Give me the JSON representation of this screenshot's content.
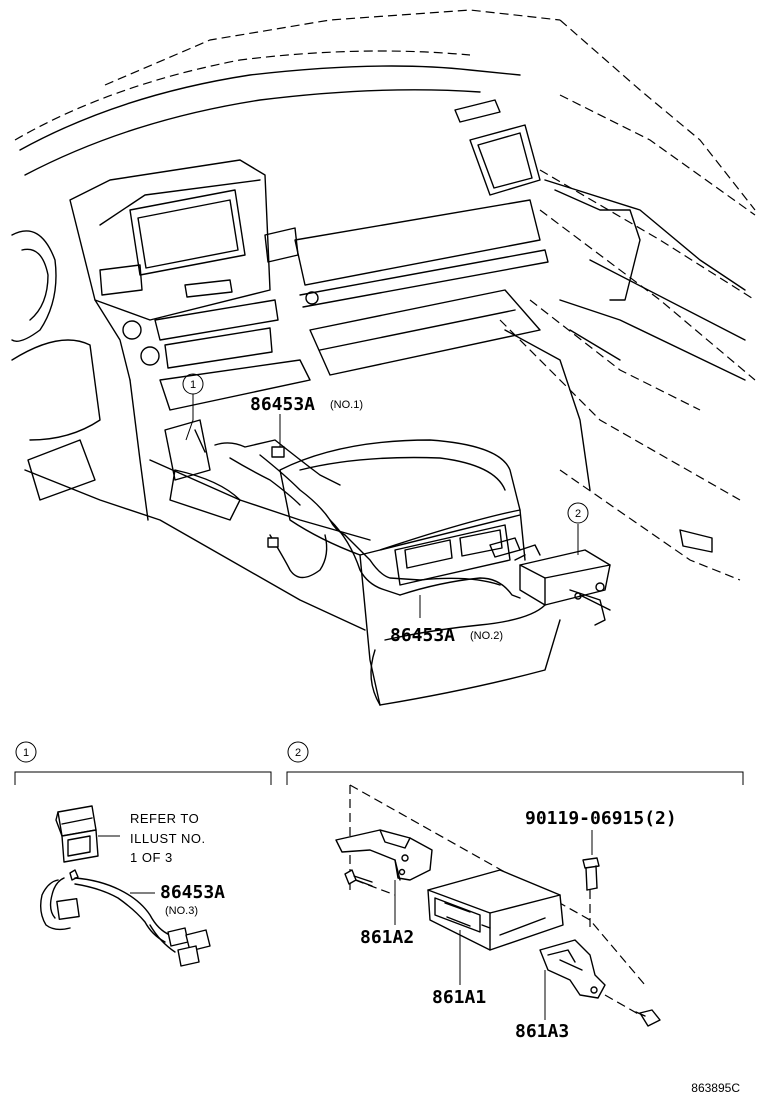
{
  "callouts": {
    "c1": "1",
    "c2": "2"
  },
  "top_labels": {
    "harness_no1_part": "86453A",
    "harness_no1_sub": "(NO.1)",
    "harness_no2_part": "86453A",
    "harness_no2_sub": "(NO.2)"
  },
  "detail1": {
    "callout": "1",
    "refer_line1": "REFER TO",
    "refer_line2": "ILLUST NO.",
    "refer_line3": "1 OF 3",
    "harness_part": "86453A",
    "harness_sub": "(NO.3)"
  },
  "detail2": {
    "callout": "2",
    "bolt_part": "90119-06915(2)",
    "bracket_upper_part": "861A2",
    "module_part": "861A1",
    "bracket_lower_part": "861A3"
  },
  "figure_id": "863895C"
}
